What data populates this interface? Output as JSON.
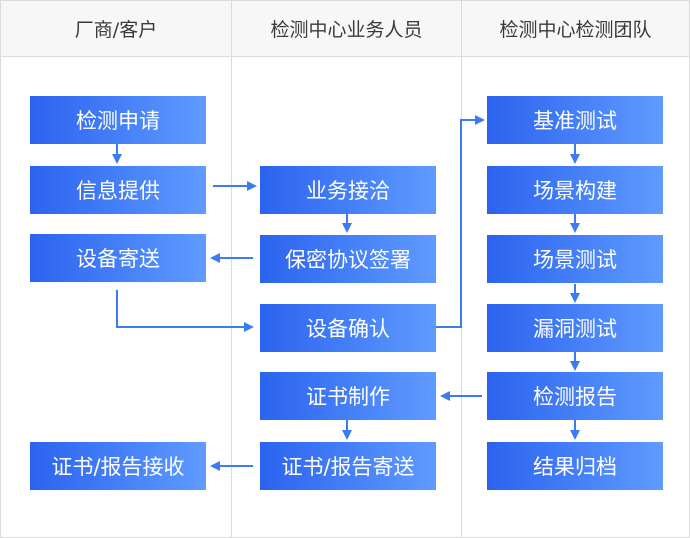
{
  "colors": {
    "box_start": "#2b63ef",
    "box_end": "#5f9bff",
    "connector": "#3b7cf5",
    "grid": "#dcdcdc",
    "header_bg": "#f7f7f7"
  },
  "lanes": [
    {
      "title": "厂商/客户"
    },
    {
      "title": "检测中心业务人员"
    },
    {
      "title": "检测中心检测团队"
    }
  ],
  "nodes": {
    "apply": "检测申请",
    "info": "信息提供",
    "ship": "设备寄送",
    "receive": "证书/报告接收",
    "negotiate": "业务接洽",
    "nda": "保密协议签署",
    "confirm": "设备确认",
    "cert": "证书制作",
    "send": "证书/报告寄送",
    "baseline": "基准测试",
    "build": "场景构建",
    "scene_test": "场景测试",
    "vuln_test": "漏洞测试",
    "report": "检测报告",
    "archive": "结果归档"
  }
}
